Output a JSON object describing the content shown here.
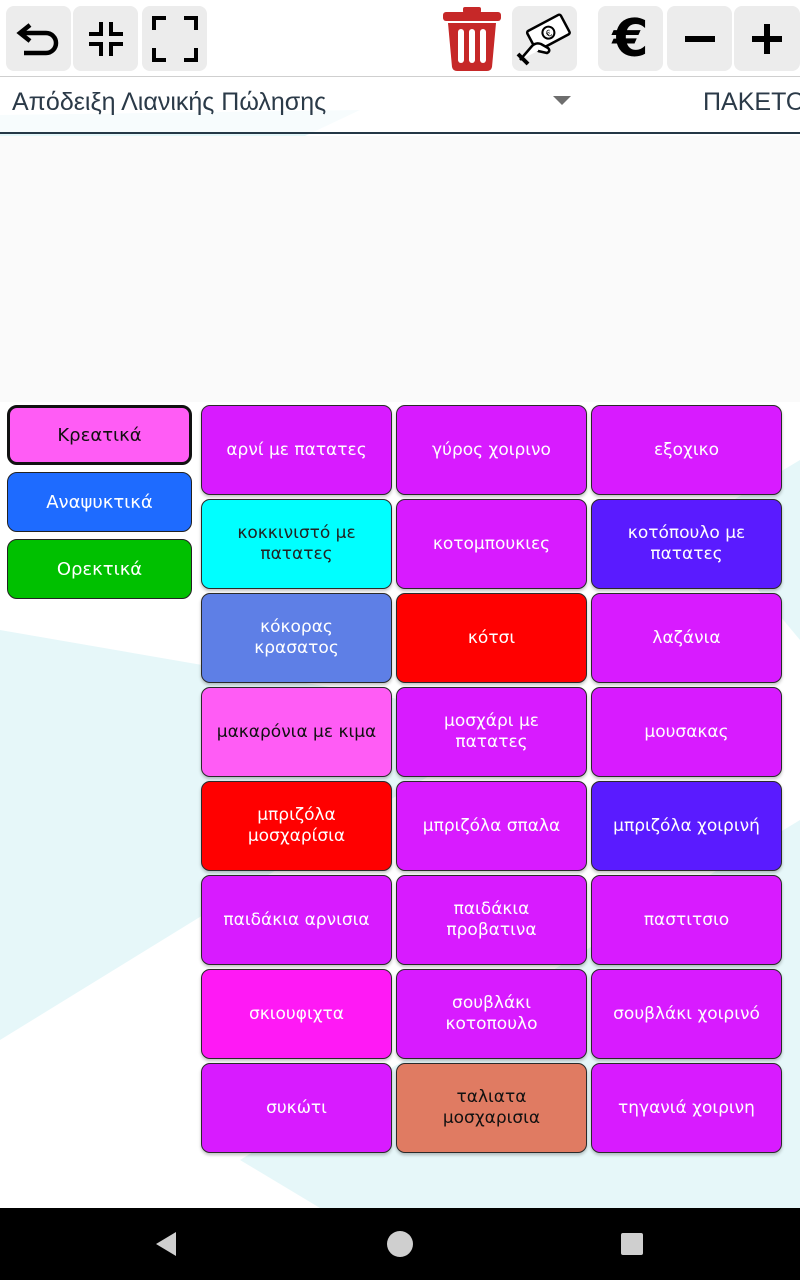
{
  "toolbar": {
    "icons": [
      "undo-icon",
      "exit-fullscreen-icon",
      "fullscreen-icon",
      "trash-icon",
      "cash-payment-icon",
      "euro-icon",
      "minus-icon",
      "plus-icon"
    ],
    "euro_symbol": "€",
    "trash_color": "#c62828"
  },
  "receipt": {
    "type_label": "Απόδειξη Λιανικής Πώλησης",
    "mode_label": "ΠΑΚΕΤΟ"
  },
  "categories": [
    {
      "label": "Κρεατικά",
      "color": "#ff5cf5",
      "text_color": "#111111",
      "selected": true
    },
    {
      "label": "Αναψυκτικά",
      "color": "#1e6bff",
      "text_color": "#ffffff",
      "selected": false
    },
    {
      "label": "Ορεκτικά",
      "color": "#00c000",
      "text_color": "#ffffff",
      "selected": false
    }
  ],
  "products": [
    {
      "label": "αρνί με πατατες",
      "color": "#d81bff",
      "text_color": "#ffffff"
    },
    {
      "label": "γύρος χοιρινο",
      "color": "#d81bff",
      "text_color": "#ffffff"
    },
    {
      "label": "εξοχικο",
      "color": "#d81bff",
      "text_color": "#ffffff"
    },
    {
      "label": "κοκκινιστό με πατατες",
      "color": "#00ffff",
      "text_color": "#222222"
    },
    {
      "label": "κοτομπουκιες",
      "color": "#d81bff",
      "text_color": "#ffffff"
    },
    {
      "label": "κοτόπουλο με πατατες",
      "color": "#5a1bff",
      "text_color": "#ffffff"
    },
    {
      "label": "κόκορας κρασατος",
      "color": "#5e7fe6",
      "text_color": "#ffffff"
    },
    {
      "label": "κότσι",
      "color": "#ff0000",
      "text_color": "#ffffff"
    },
    {
      "label": "λαζάνια",
      "color": "#d81bff",
      "text_color": "#ffffff"
    },
    {
      "label": "μακαρόνια με κιμα",
      "color": "#ff5cf5",
      "text_color": "#111111"
    },
    {
      "label": "μοσχάρι με πατατες",
      "color": "#d81bff",
      "text_color": "#ffffff"
    },
    {
      "label": "μουσακας",
      "color": "#d81bff",
      "text_color": "#ffffff"
    },
    {
      "label": "μπριζόλα μοσχαρίσια",
      "color": "#ff0000",
      "text_color": "#ffffff"
    },
    {
      "label": "μπριζόλα σπαλα",
      "color": "#d81bff",
      "text_color": "#ffffff"
    },
    {
      "label": "μπριζόλα χοιρινή",
      "color": "#5a1bff",
      "text_color": "#ffffff"
    },
    {
      "label": "παιδάκια αρνισια",
      "color": "#d81bff",
      "text_color": "#ffffff"
    },
    {
      "label": "παιδάκια προβατινα",
      "color": "#d81bff",
      "text_color": "#ffffff"
    },
    {
      "label": "παστιτσιο",
      "color": "#d81bff",
      "text_color": "#ffffff"
    },
    {
      "label": "σκιουφιχτα",
      "color": "#ff19f5",
      "text_color": "#ffffff"
    },
    {
      "label": "σουβλάκι κοτοπουλο",
      "color": "#d81bff",
      "text_color": "#ffffff"
    },
    {
      "label": "σουβλάκι χοιρινό",
      "color": "#d81bff",
      "text_color": "#ffffff"
    },
    {
      "label": "συκώτι",
      "color": "#d81bff",
      "text_color": "#ffffff"
    },
    {
      "label": "ταλιατα μοσχαρισια",
      "color": "#e07b62",
      "text_color": "#111111"
    },
    {
      "label": "τηγανιά χοιρινη",
      "color": "#d81bff",
      "text_color": "#ffffff"
    }
  ],
  "navbar": {
    "icons": [
      "back-icon",
      "home-icon",
      "recents-icon"
    ]
  }
}
